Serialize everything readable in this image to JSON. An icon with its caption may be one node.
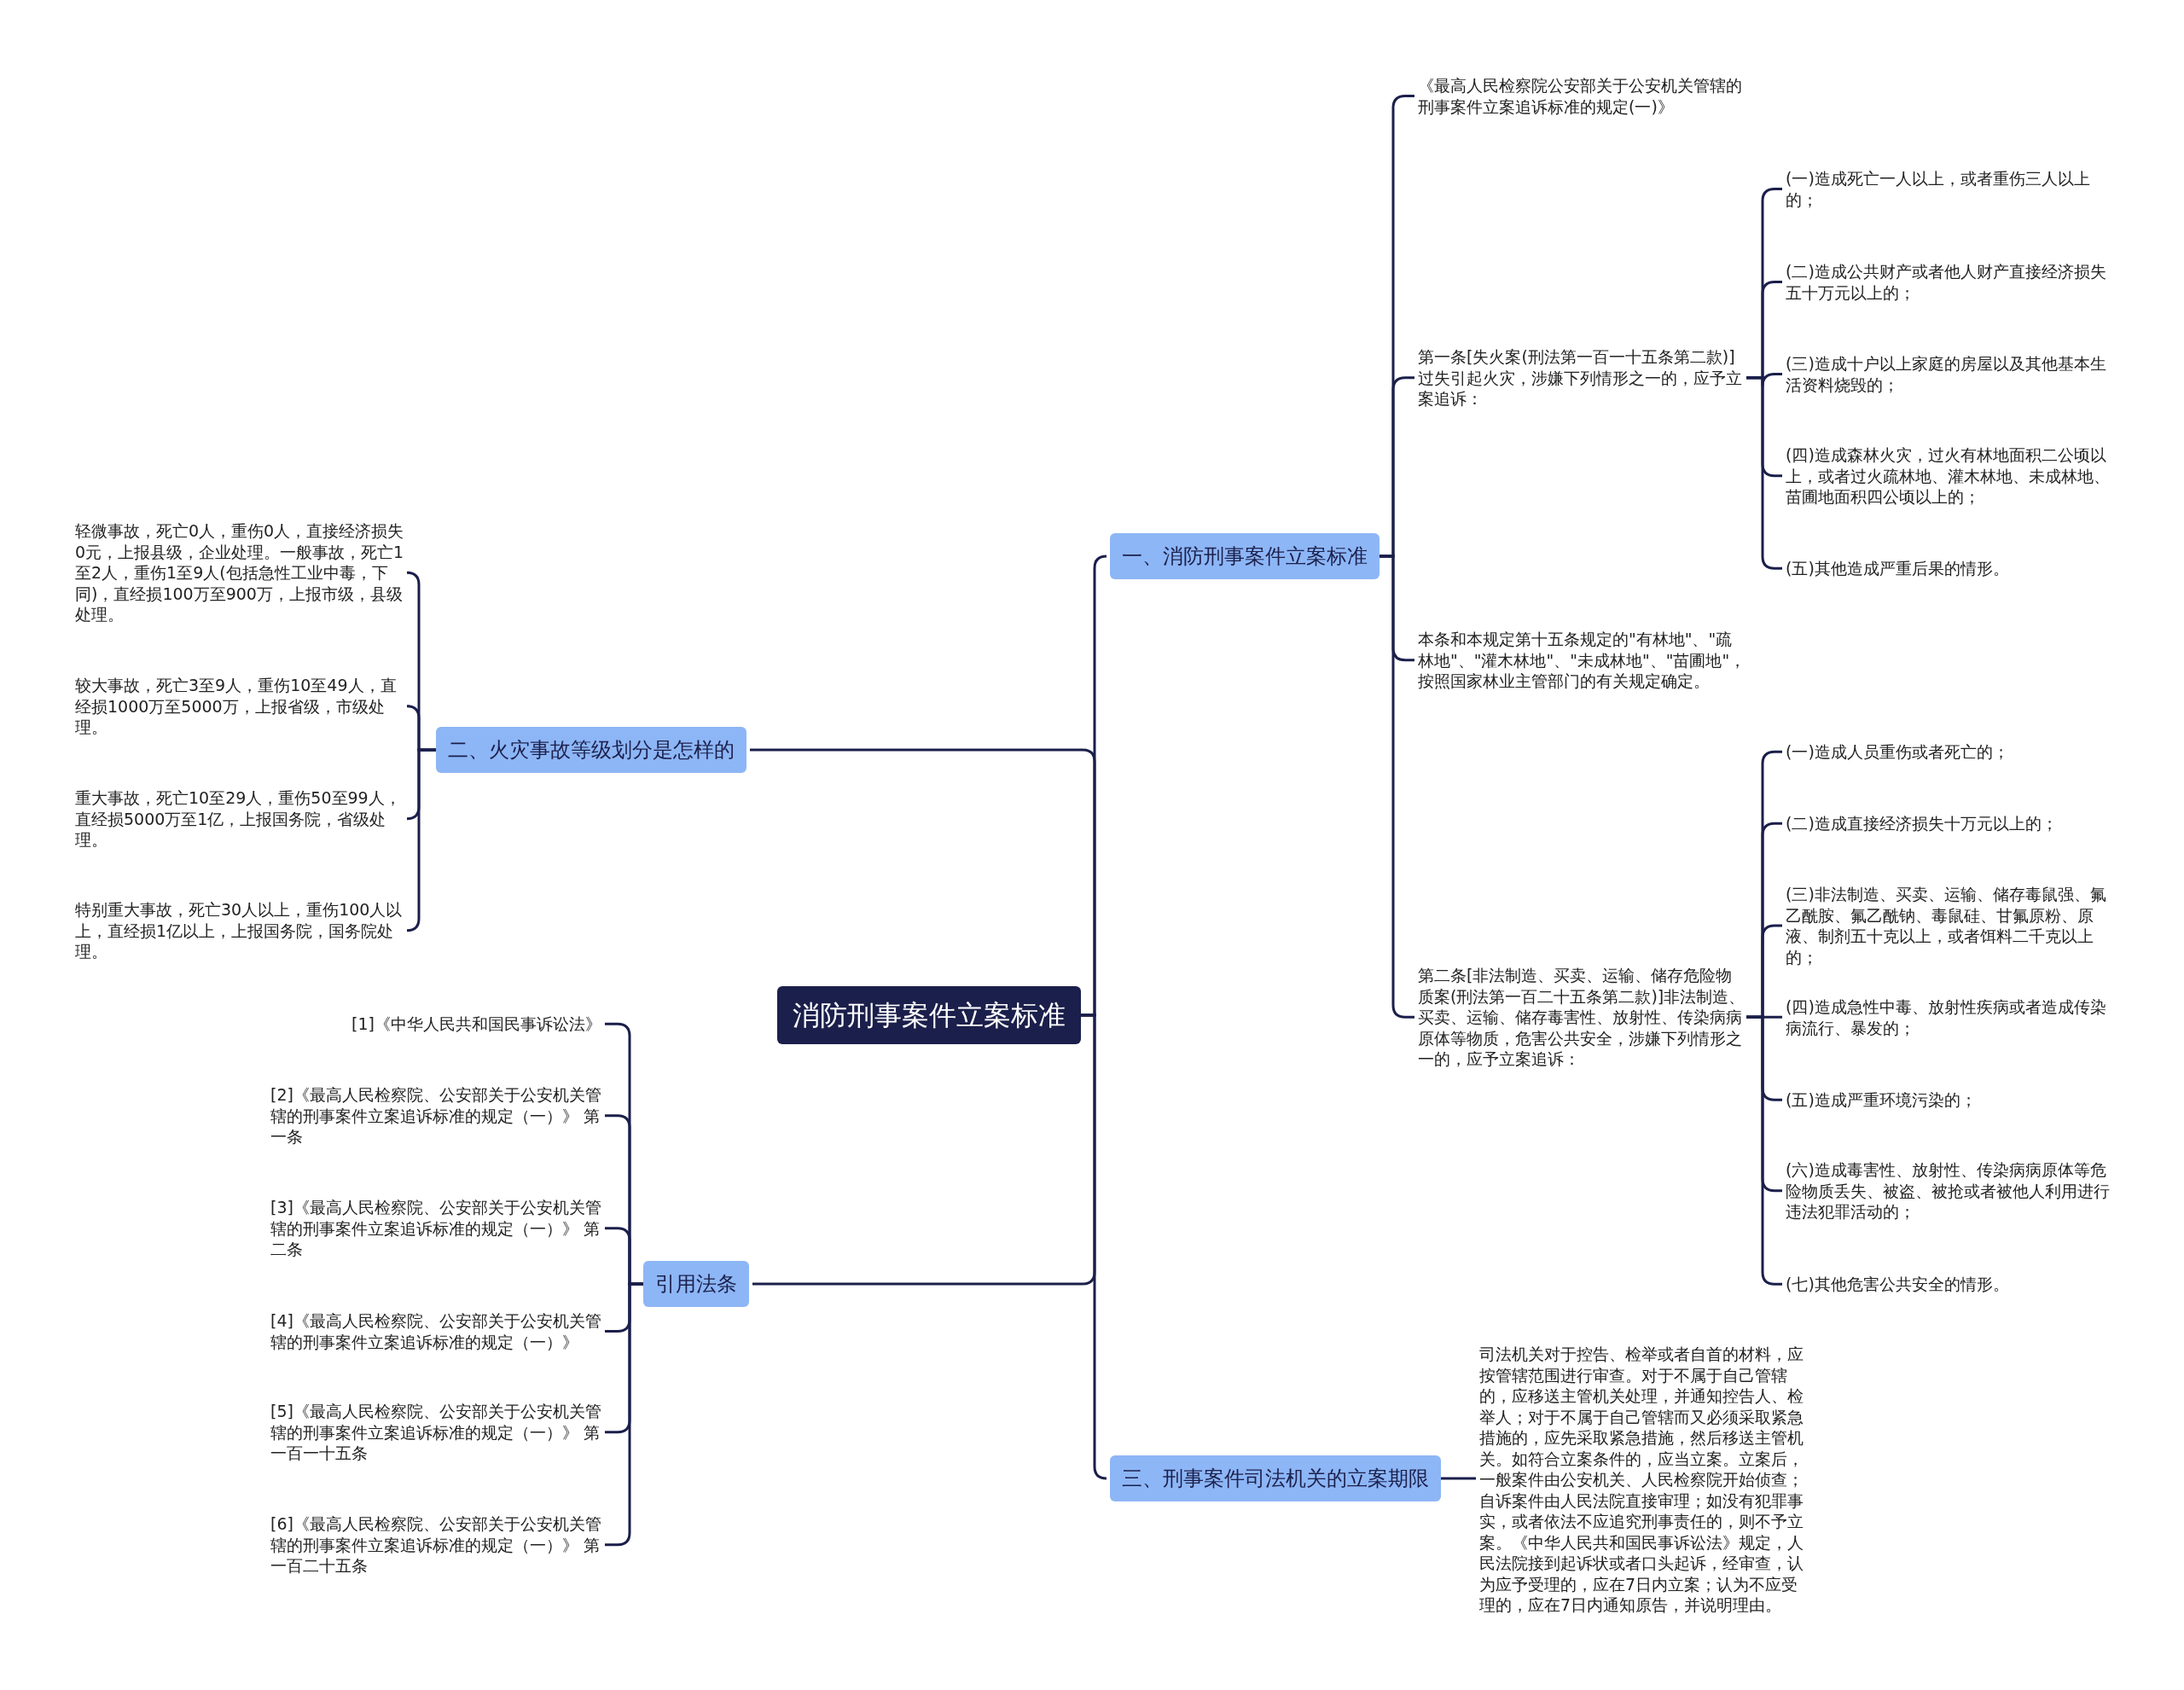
{
  "diagram": {
    "nodes": [
      {
        "text": [
          "消防刑事案件立案标准"
        ]
      },
      {
        "text": [
          "一、消防刑事案件立案标准"
        ]
      },
      {
        "text": [
          "《最高人民检察院公安部关于公安机关管辖的刑事案件立案追诉标准的规定(一)》"
        ]
      },
      {
        "text": [
          "第一条[失火案(刑法第一百一十五条第二款)]过失引起火灾，涉嫌下列情形之一的，应予立案追诉："
        ]
      },
      {
        "text": [
          "(一)造成死亡一人以上，或者重伤三人以上的；"
        ]
      },
      {
        "text": [
          "(二)造成公共财产或者他人财产直接经济损失五十万元以上的；"
        ]
      },
      {
        "text": [
          "(三)造成十户以上家庭的房屋以及其他基本生活资料烧毁的；"
        ]
      },
      {
        "text": [
          "(四)造成森林火灾，过火有林地面积二公顷以上，或者过火疏林地、灌木林地、未成林地、苗圃地面积四公顷以上的；"
        ]
      },
      {
        "text": [
          "(五)其他造成严重后果的情形。"
        ]
      },
      {
        "text": [
          "本条和本规定第十五条规定的\"有林地\"、\"疏林地\"、\"灌木林地\"、\"未成林地\"、\"苗圃地\"，按照国家林业主管部门的有关规定确定。"
        ]
      },
      {
        "text": [
          "第二条[非法制造、买卖、运输、储存危险物质案(刑法第一百二十五条第二款)]非法制造、买卖、运输、储存毒害性、放射性、传染病病原体等物质，危害公共安全，涉嫌下列情形之一的，应予立案追诉："
        ]
      },
      {
        "text": [
          "(一)造成人员重伤或者死亡的；"
        ]
      },
      {
        "text": [
          "(二)造成直接经济损失十万元以上的；"
        ]
      },
      {
        "text": [
          "(三)非法制造、买卖、运输、储存毒鼠强、氟乙酰胺、氟乙酰钠、毒鼠硅、甘氟原粉、原液、制剂五十克以上，或者饵料二千克以上的；"
        ]
      },
      {
        "text": [
          "(四)造成急性中毒、放射性疾病或者造成传染病流行、暴发的；"
        ]
      },
      {
        "text": [
          "(五)造成严重环境污染的；"
        ]
      },
      {
        "text": [
          "(六)造成毒害性、放射性、传染病病原体等危险物质丢失、被盗、被抢或者被他人利用进行违法犯罪活动的；"
        ]
      },
      {
        "text": [
          "(七)其他危害公共安全的情形。"
        ]
      },
      {
        "text": [
          "三、刑事案件司法机关的立案期限"
        ]
      },
      {
        "text": [
          "司法机关对于控告、检举或者自首的材料，应按管辖范围进行审查。对于不属于自己管辖的，应移送主管机关处理，并通知控告人、检举人；对于不属于自己管辖而又必须采取紧急措施的，应先采取紧急措施，然后移送主管机关。如符合立案条件的，应当立案。立案后，一般案件由公安机关、人民检察院开始侦查；自诉案件由人民法院直接审理；如没有犯罪事实，或者依法不应追究刑事责任的，则不予立案。《中华人民共和国民事诉讼法》规定，人民法院接到起诉状或者口头起诉，经审查，认为应予受理的，应在7日内立案；认为不应受理的，应在7日内通知原告，并说明理由。"
        ]
      },
      {
        "text": [
          "二、火灾事故等级划分是怎样的"
        ]
      },
      {
        "text": [
          "轻微事故，死亡0人，重伤0人，直接经济损失0元，上报县级，企业处理。一般事故，死亡1至2人，重伤1至9人(包括急性工业中毒，下同)，直经损100万至900万，上报市级，县级处理。"
        ]
      },
      {
        "text": [
          "较大事故，死亡3至9人，重伤10至49人，直经损1000万至5000万，上报省级，市级处理。"
        ]
      },
      {
        "text": [
          "重大事故，死亡10至29人，重伤50至99人，直经损5000万至1亿，上报国务院，省级处理。"
        ]
      },
      {
        "text": [
          "特别重大事故，死亡30人以上，重伤100人以上，直经损1亿以上，上报国务院，国务院处理。"
        ]
      },
      {
        "text": [
          "引用法条"
        ]
      },
      {
        "text": [
          "[1]《中华人民共和国民事诉讼法》"
        ]
      },
      {
        "text": [
          "[2]《最高人民检察院、公安部关于公安机关管辖的刑事案件立案追诉标准的规定（一）》 第一条"
        ]
      },
      {
        "text": [
          "[3]《最高人民检察院、公安部关于公安机关管辖的刑事案件立案追诉标准的规定（一）》 第二条"
        ]
      },
      {
        "text": [
          "[4]《最高人民检察院、公安部关于公安机关管辖的刑事案件立案追诉标准的规定（一）》"
        ]
      },
      {
        "text": [
          "[5]《最高人民检察院、公安部关于公安机关管辖的刑事案件立案追诉标准的规定（一）》 第一百一十五条"
        ]
      },
      {
        "text": [
          "[6]《最高人民检察院、公安部关于公安机关管辖的刑事案件立案追诉标准的规定（一）》 第一百二十五条"
        ]
      }
    ],
    "edges": [
      {
        "from": 0,
        "to": 1,
        "arrow": "none"
      },
      {
        "from": 0,
        "to": 20,
        "arrow": "none"
      },
      {
        "from": 0,
        "to": 25,
        "arrow": "none"
      },
      {
        "from": 0,
        "to": 18,
        "arrow": "none"
      },
      {
        "from": 1,
        "to": 2,
        "arrow": "none"
      },
      {
        "from": 1,
        "to": 3,
        "arrow": "none"
      },
      {
        "from": 1,
        "to": 9,
        "arrow": "none"
      },
      {
        "from": 1,
        "to": 10,
        "arrow": "none"
      },
      {
        "from": 3,
        "to": 4,
        "arrow": "none"
      },
      {
        "from": 3,
        "to": 5,
        "arrow": "none"
      },
      {
        "from": 3,
        "to": 6,
        "arrow": "none"
      },
      {
        "from": 3,
        "to": 7,
        "arrow": "none"
      },
      {
        "from": 3,
        "to": 8,
        "arrow": "none"
      },
      {
        "from": 10,
        "to": 11,
        "arrow": "none"
      },
      {
        "from": 10,
        "to": 12,
        "arrow": "none"
      },
      {
        "from": 10,
        "to": 13,
        "arrow": "none"
      },
      {
        "from": 10,
        "to": 14,
        "arrow": "none"
      },
      {
        "from": 10,
        "to": 15,
        "arrow": "none"
      },
      {
        "from": 10,
        "to": 16,
        "arrow": "none"
      },
      {
        "from": 10,
        "to": 17,
        "arrow": "none"
      },
      {
        "from": 18,
        "to": 19,
        "arrow": "none"
      },
      {
        "from": 20,
        "to": 21,
        "arrow": "none"
      },
      {
        "from": 20,
        "to": 22,
        "arrow": "none"
      },
      {
        "from": 20,
        "to": 23,
        "arrow": "none"
      },
      {
        "from": 20,
        "to": 24,
        "arrow": "none"
      },
      {
        "from": 25,
        "to": 26,
        "arrow": "none"
      },
      {
        "from": 25,
        "to": 27,
        "arrow": "none"
      },
      {
        "from": 25,
        "to": 28,
        "arrow": "none"
      },
      {
        "from": 25,
        "to": 29,
        "arrow": "none"
      },
      {
        "from": 25,
        "to": 30,
        "arrow": "none"
      },
      {
        "from": 25,
        "to": 31,
        "arrow": "none"
      }
    ]
  }
}
